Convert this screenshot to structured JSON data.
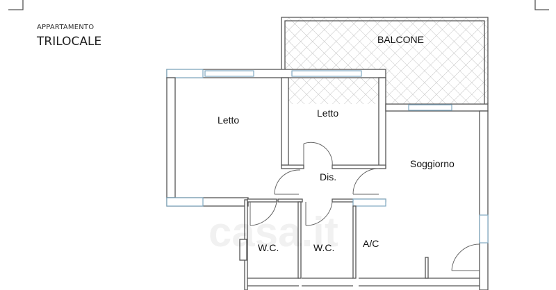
{
  "header": {
    "subtitle": "APPARTAMENTO",
    "title": "TRILOCALE"
  },
  "rooms": {
    "balcone": "BALCONE",
    "letto_1": "Letto",
    "letto_2": "Letto",
    "soggiorno": "Soggiorno",
    "disimpegno": "Dis.",
    "wc_1": "W.C.",
    "wc_2": "W.C.",
    "ac": "A/C"
  },
  "watermark": "casa.it",
  "colors": {
    "wall": "#555555",
    "window": "#7fa8c0"
  }
}
